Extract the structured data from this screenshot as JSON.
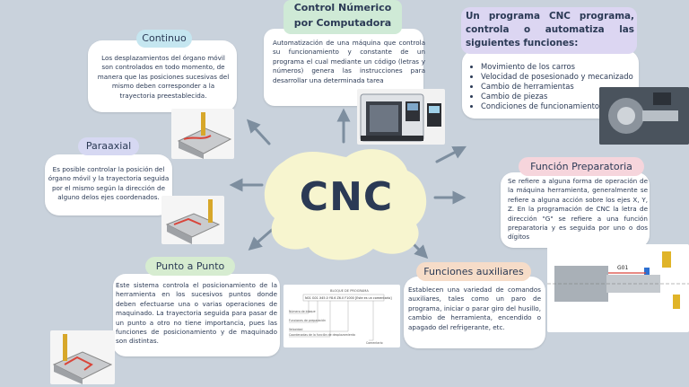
{
  "center": {
    "label": "CNC"
  },
  "main": {
    "title_line1": "Control Númerico",
    "title_line2": "por Computadora",
    "text": "Automatización de una máquina que controla su funcionamiento y constante de un programa el cual mediante un código (letras y números) genera las instrucciones para desarrollar una determinada tarea"
  },
  "functions": {
    "title": "Un programa CNC programa, controla o automatiza las siguientes funciones:",
    "items": [
      "Movimiento de los carros",
      "Velocidad de posesionado y mecanizado",
      "Cambio de herramientas",
      "Cambio de piezas",
      "Condiciones de funcionamiento"
    ]
  },
  "continuo": {
    "label": "Continuo",
    "text": "Los desplazamientos del órgano móvil son controlados en todo momento, de manera que las posiciones sucesivas del mismo deben corresponder a la trayectoria preestablecida."
  },
  "paraaxial": {
    "label": "Paraaxial",
    "text": "Es posible controlar la posición del órgano móvil y la trayectoria seguida por el mismo según la dirección de alguno delos ejes coordenados."
  },
  "punto": {
    "label": "Punto a Punto",
    "text": "Este sistema controla el posicionamiento de la herramienta en los sucesivos puntos donde deben efectuarse una o varias operaciones de maquinado. La trayectoria seguida para pasar de un punto a otro no tiene importancia, pues las funciones de posicionamiento y de maquinado son distintas."
  },
  "preparatoria": {
    "label": "Función Preparatoria",
    "text": "Se refiere a alguna forma de operación de la máquina herramienta, generalmente se refiere a alguna acción sobre los ejes X, Y, Z. En la programación de CNC la letra de dirección \"G\" se refiere a una función preparatoria y es seguida por uno o dos dígitos"
  },
  "auxiliares": {
    "label": "Funciones auxiliares",
    "text": "Establecen una variedad de comandos auxiliares, tales como un paro de programa, iniciar o parar giro del husillo, cambio de herramienta, encendido o apagado del refrigerante, etc."
  },
  "block_diagram": {
    "title": "BLOQUE DE PROGRAMA",
    "codes": "N01  G01  X45.0  Y8.6  Z6.0  F1000  [Este es un comentario]",
    "labels": [
      "Número de bloque",
      "Funciones de preparación",
      "Velocidad",
      "Coordenadas de la función de desplazamiento",
      "Comentario"
    ]
  },
  "turning_diagram": {
    "label": "G01"
  },
  "colors": {
    "background": "#c9d2dc",
    "continuo_tag": "#c5e6f0",
    "paraaxial_tag": "#d6d8f2",
    "punto_tag": "#d6ecd0",
    "main_tag": "#cfead6",
    "functions_tag": "#dcd6f2",
    "preparatoria_tag": "#f6d5dc",
    "auxiliares_tag": "#f6dcc8",
    "cnc_blob": "#f7f5cf",
    "arrow": "#7d8e9f",
    "text": "#2b3a55"
  }
}
